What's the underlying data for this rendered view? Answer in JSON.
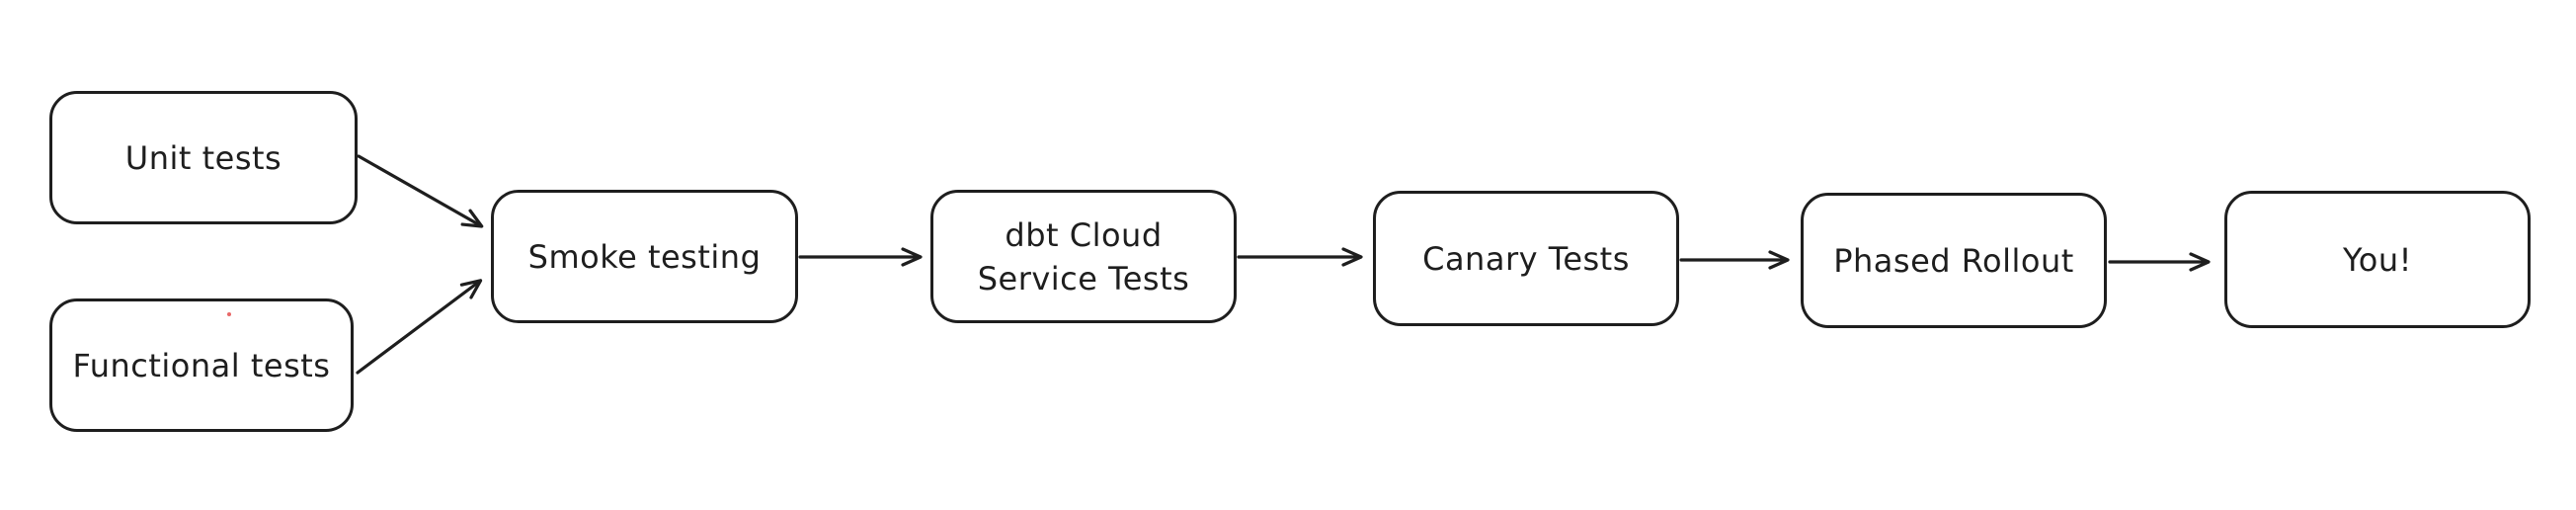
{
  "diagram": {
    "background_color": "#ffffff",
    "stroke_color": "#1e1e1e",
    "nodes": [
      {
        "id": "unit-tests",
        "label": "Unit tests"
      },
      {
        "id": "functional-tests",
        "label": "Functional tests"
      },
      {
        "id": "smoke-testing",
        "label": "Smoke testing"
      },
      {
        "id": "dbt-cloud-service-tests",
        "label": "dbt Cloud\nService Tests"
      },
      {
        "id": "canary-tests",
        "label": "Canary Tests"
      },
      {
        "id": "phased-rollout",
        "label": "Phased Rollout"
      },
      {
        "id": "you",
        "label": "You!"
      }
    ],
    "edges": [
      {
        "from": "unit-tests",
        "to": "smoke-testing"
      },
      {
        "from": "functional-tests",
        "to": "smoke-testing"
      },
      {
        "from": "smoke-testing",
        "to": "dbt-cloud-service-tests"
      },
      {
        "from": "dbt-cloud-service-tests",
        "to": "canary-tests"
      },
      {
        "from": "canary-tests",
        "to": "phased-rollout"
      },
      {
        "from": "phased-rollout",
        "to": "you"
      }
    ]
  }
}
